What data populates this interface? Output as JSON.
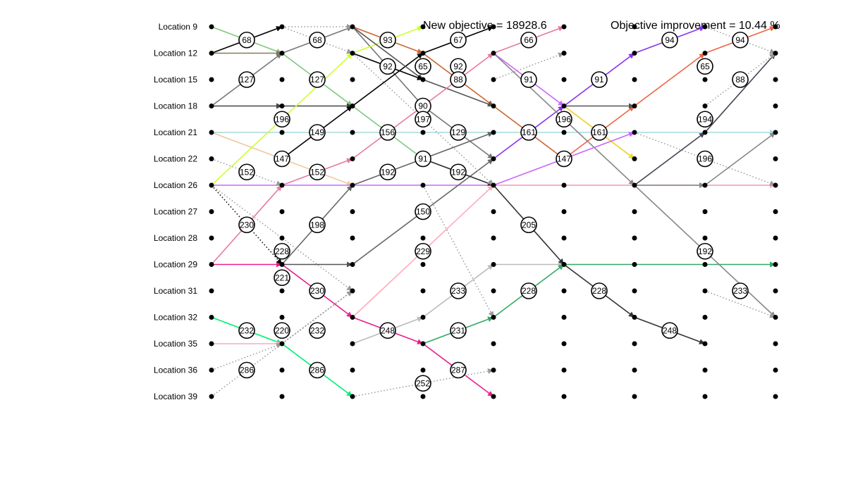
{
  "header": {
    "new_objective": "New objective = 18928.6",
    "objective_improvement": "Objective improvement = 10.44 %"
  },
  "rows": [
    "Location 9",
    "Location 12",
    "Location 15",
    "Location 18",
    "Location 21",
    "Location 22",
    "Location 26",
    "Location 27",
    "Location 28",
    "Location 29",
    "Location 31",
    "Location 32",
    "Location 35",
    "Location 36",
    "Location 39"
  ],
  "columns": 9,
  "colors": {
    "node": "#000000",
    "badge_stroke": "#000000",
    "badge_fill": "#ffffff",
    "dotted": "#888888"
  },
  "paths": [
    {
      "color": "#000000",
      "dash": false,
      "pts": [
        [
          0,
          1
        ],
        [
          1,
          0
        ]
      ]
    },
    {
      "color": "#7fc97f",
      "dash": false,
      "pts": [
        [
          0,
          0
        ],
        [
          1,
          1
        ],
        [
          2,
          3
        ],
        [
          3,
          5
        ],
        [
          4,
          6
        ]
      ]
    },
    {
      "color": "#857a5a",
      "dash": false,
      "pts": [
        [
          0,
          1
        ],
        [
          1,
          1
        ]
      ]
    },
    {
      "color": "#777777",
      "dash": false,
      "pts": [
        [
          0,
          3
        ],
        [
          1,
          1
        ],
        [
          2,
          0
        ],
        [
          3,
          3
        ],
        [
          4,
          5
        ]
      ]
    },
    {
      "color": "#444444",
      "dash": false,
      "pts": [
        [
          0,
          3
        ],
        [
          1,
          3
        ],
        [
          2,
          3
        ]
      ]
    },
    {
      "color": "#a8dadc",
      "dash": false,
      "pts": [
        [
          0,
          4
        ],
        [
          8,
          4
        ]
      ]
    },
    {
      "color": "#f0c8a0",
      "dash": false,
      "pts": [
        [
          0,
          4
        ],
        [
          1,
          5
        ],
        [
          2,
          6
        ]
      ]
    },
    {
      "color": "#ccff33",
      "dash": false,
      "pts": [
        [
          0,
          6
        ],
        [
          2,
          1
        ],
        [
          3,
          0
        ]
      ]
    },
    {
      "color": "#000000",
      "dash": false,
      "pts": [
        [
          1,
          5
        ],
        [
          2,
          3
        ],
        [
          3,
          1
        ],
        [
          4,
          0
        ]
      ]
    },
    {
      "color": "#cc6633",
      "dash": false,
      "pts": [
        [
          2,
          0
        ],
        [
          3,
          1
        ],
        [
          4,
          3
        ],
        [
          5,
          5
        ]
      ]
    },
    {
      "color": "#555555",
      "dash": false,
      "pts": [
        [
          2,
          0
        ],
        [
          3,
          2
        ],
        [
          4,
          3
        ]
      ]
    },
    {
      "color": "#000000",
      "dash": false,
      "pts": [
        [
          2,
          1
        ],
        [
          3,
          2
        ]
      ]
    },
    {
      "color": "#e87aa0",
      "dash": false,
      "pts": [
        [
          0,
          9
        ],
        [
          1,
          6
        ],
        [
          2,
          5
        ],
        [
          3,
          3
        ],
        [
          4,
          1
        ],
        [
          5,
          0
        ]
      ]
    },
    {
      "color": "#cc66ff",
      "dash": false,
      "pts": [
        [
          0,
          6
        ],
        [
          8,
          6
        ]
      ]
    },
    {
      "color": "#ffb0b8",
      "dash": false,
      "pts": [
        [
          4,
          6
        ],
        [
          8,
          6
        ]
      ]
    },
    {
      "color": "#666666",
      "dash": false,
      "pts": [
        [
          1,
          9
        ],
        [
          2,
          6
        ],
        [
          3,
          5
        ],
        [
          4,
          4
        ]
      ]
    },
    {
      "color": "#555555",
      "dash": false,
      "pts": [
        [
          1,
          9
        ],
        [
          2,
          9
        ]
      ]
    },
    {
      "color": "#666666",
      "dash": false,
      "pts": [
        [
          2,
          9
        ],
        [
          4,
          5
        ]
      ]
    },
    {
      "color": "#e8208a",
      "dash": false,
      "pts": [
        [
          0,
          9
        ],
        [
          1,
          9
        ],
        [
          2,
          11
        ],
        [
          3,
          12
        ],
        [
          4,
          14
        ]
      ]
    },
    {
      "color": "#00ee77",
      "dash": false,
      "pts": [
        [
          0,
          11
        ],
        [
          1,
          12
        ],
        [
          2,
          14
        ]
      ]
    },
    {
      "color": "#ffaabb",
      "dash": false,
      "pts": [
        [
          0,
          12
        ],
        [
          1,
          12
        ]
      ]
    },
    {
      "color": "#ffaabb",
      "dash": false,
      "pts": [
        [
          2,
          11
        ],
        [
          4,
          6
        ]
      ]
    },
    {
      "color": "#bbbbbb",
      "dash": false,
      "pts": [
        [
          2,
          12
        ],
        [
          3,
          11
        ],
        [
          4,
          9
        ],
        [
          5,
          9
        ]
      ]
    },
    {
      "color": "#33aa66",
      "dash": false,
      "pts": [
        [
          3,
          12
        ],
        [
          4,
          11
        ],
        [
          5,
          9
        ],
        [
          8,
          9
        ]
      ]
    },
    {
      "color": "#333333",
      "dash": false,
      "pts": [
        [
          3,
          5
        ],
        [
          4,
          6
        ],
        [
          5,
          9
        ],
        [
          6,
          11
        ],
        [
          7,
          12
        ]
      ]
    },
    {
      "color": "#cc66ff",
      "dash": false,
      "pts": [
        [
          4,
          1
        ],
        [
          5,
          3
        ],
        [
          6,
          5
        ]
      ]
    },
    {
      "color": "#8833ee",
      "dash": false,
      "pts": [
        [
          4,
          5
        ],
        [
          5,
          3
        ],
        [
          6,
          1
        ],
        [
          7,
          0
        ]
      ]
    },
    {
      "color": "#ee6644",
      "dash": false,
      "pts": [
        [
          5,
          5
        ],
        [
          6,
          3
        ],
        [
          7,
          1
        ],
        [
          8,
          0
        ]
      ]
    },
    {
      "color": "#eedd22",
      "dash": false,
      "pts": [
        [
          5,
          3
        ],
        [
          6,
          5
        ]
      ]
    },
    {
      "color": "#888888",
      "dash": false,
      "pts": [
        [
          4,
          1
        ],
        [
          6,
          6
        ],
        [
          7,
          6
        ],
        [
          8,
          4
        ]
      ]
    },
    {
      "color": "#444455",
      "dash": false,
      "pts": [
        [
          6,
          6
        ],
        [
          7,
          4
        ],
        [
          8,
          1
        ]
      ]
    },
    {
      "color": "#888888",
      "dash": false,
      "pts": [
        [
          6,
          6
        ],
        [
          8,
          11
        ]
      ]
    },
    {
      "color": "#cc66ff",
      "dash": false,
      "pts": [
        [
          4,
          6
        ],
        [
          6,
          4
        ]
      ]
    },
    {
      "color": "#555555",
      "dash": false,
      "pts": [
        [
          5,
          3
        ],
        [
          6,
          3
        ]
      ]
    },
    {
      "color": "#999999",
      "dash": true,
      "pts": [
        [
          1,
          0
        ],
        [
          2,
          0
        ]
      ]
    },
    {
      "color": "#999999",
      "dash": true,
      "pts": [
        [
          1,
          0
        ],
        [
          2,
          1
        ],
        [
          4,
          6
        ]
      ]
    },
    {
      "color": "#999999",
      "dash": true,
      "pts": [
        [
          0,
          5
        ],
        [
          1,
          6
        ]
      ]
    },
    {
      "color": "#000000",
      "dash": true,
      "pts": [
        [
          0,
          6
        ],
        [
          1,
          9
        ]
      ]
    },
    {
      "color": "#999999",
      "dash": true,
      "pts": [
        [
          0,
          6
        ],
        [
          2,
          10
        ]
      ]
    },
    {
      "color": "#999999",
      "dash": true,
      "pts": [
        [
          3,
          6
        ],
        [
          4,
          11
        ]
      ]
    },
    {
      "color": "#999999",
      "dash": true,
      "pts": [
        [
          1,
          12
        ],
        [
          2,
          10
        ]
      ]
    },
    {
      "color": "#999999",
      "dash": true,
      "pts": [
        [
          0,
          13
        ],
        [
          1,
          12
        ]
      ]
    },
    {
      "color": "#999999",
      "dash": true,
      "pts": [
        [
          0,
          14
        ],
        [
          2,
          10
        ]
      ]
    },
    {
      "color": "#999999",
      "dash": true,
      "pts": [
        [
          2,
          14
        ],
        [
          4,
          13
        ]
      ]
    },
    {
      "color": "#999999",
      "dash": true,
      "pts": [
        [
          4,
          2
        ],
        [
          5,
          1
        ]
      ]
    },
    {
      "color": "#999999",
      "dash": true,
      "pts": [
        [
          6,
          4
        ],
        [
          7,
          5
        ],
        [
          8,
          6
        ]
      ]
    },
    {
      "color": "#999999",
      "dash": true,
      "pts": [
        [
          7,
          0
        ],
        [
          8,
          1
        ]
      ]
    },
    {
      "color": "#999999",
      "dash": true,
      "pts": [
        [
          7,
          3
        ],
        [
          8,
          1
        ]
      ]
    },
    {
      "color": "#999999",
      "dash": true,
      "pts": [
        [
          7,
          10
        ],
        [
          8,
          11
        ]
      ]
    }
  ],
  "badges": [
    {
      "text": "68",
      "c": 0.5,
      "r": 0.5
    },
    {
      "text": "68",
      "c": 1.5,
      "r": 0.5
    },
    {
      "text": "93",
      "c": 2.5,
      "r": 0.5
    },
    {
      "text": "67",
      "c": 3.5,
      "r": 0.5
    },
    {
      "text": "66",
      "c": 4.5,
      "r": 0.5
    },
    {
      "text": "94",
      "c": 6.5,
      "r": 0.5
    },
    {
      "text": "94",
      "c": 7.5,
      "r": 0.5
    },
    {
      "text": "127",
      "c": 0.5,
      "r": 2
    },
    {
      "text": "127",
      "c": 1.5,
      "r": 2
    },
    {
      "text": "92",
      "c": 2.5,
      "r": 1.5
    },
    {
      "text": "65",
      "c": 3,
      "r": 1.5
    },
    {
      "text": "92",
      "c": 3.5,
      "r": 1.5
    },
    {
      "text": "88",
      "c": 3.5,
      "r": 2
    },
    {
      "text": "91",
      "c": 4.5,
      "r": 2
    },
    {
      "text": "91",
      "c": 5.5,
      "r": 2
    },
    {
      "text": "65",
      "c": 7,
      "r": 1.5
    },
    {
      "text": "88",
      "c": 7.5,
      "r": 2
    },
    {
      "text": "90",
      "c": 3,
      "r": 3
    },
    {
      "text": "196",
      "c": 1,
      "r": 3.5
    },
    {
      "text": "197",
      "c": 3,
      "r": 3.5
    },
    {
      "text": "196",
      "c": 5,
      "r": 3.5
    },
    {
      "text": "194",
      "c": 7,
      "r": 3.5
    },
    {
      "text": "149",
      "c": 1.5,
      "r": 4
    },
    {
      "text": "156",
      "c": 2.5,
      "r": 4
    },
    {
      "text": "129",
      "c": 3.5,
      "r": 4
    },
    {
      "text": "161",
      "c": 4.5,
      "r": 4
    },
    {
      "text": "161",
      "c": 5.5,
      "r": 4
    },
    {
      "text": "147",
      "c": 1,
      "r": 5
    },
    {
      "text": "91",
      "c": 3,
      "r": 5
    },
    {
      "text": "147",
      "c": 5,
      "r": 5
    },
    {
      "text": "196",
      "c": 7,
      "r": 5
    },
    {
      "text": "152",
      "c": 0.5,
      "r": 5.5
    },
    {
      "text": "152",
      "c": 1.5,
      "r": 5.5
    },
    {
      "text": "192",
      "c": 2.5,
      "r": 5.5
    },
    {
      "text": "192",
      "c": 3.5,
      "r": 5.5
    },
    {
      "text": "150",
      "c": 3,
      "r": 7
    },
    {
      "text": "230",
      "c": 0.5,
      "r": 7.5
    },
    {
      "text": "198",
      "c": 1.5,
      "r": 7.5
    },
    {
      "text": "205",
      "c": 4.5,
      "r": 7.5
    },
    {
      "text": "228",
      "c": 1,
      "r": 8.5
    },
    {
      "text": "229",
      "c": 3,
      "r": 8.5
    },
    {
      "text": "192",
      "c": 7,
      "r": 8.5
    },
    {
      "text": "221",
      "c": 1,
      "r": 9.5
    },
    {
      "text": "230",
      "c": 1.5,
      "r": 10
    },
    {
      "text": "233",
      "c": 3.5,
      "r": 10
    },
    {
      "text": "228",
      "c": 4.5,
      "r": 10
    },
    {
      "text": "228",
      "c": 5.5,
      "r": 10
    },
    {
      "text": "233",
      "c": 7.5,
      "r": 10
    },
    {
      "text": "232",
      "c": 0.5,
      "r": 11.5
    },
    {
      "text": "220",
      "c": 1,
      "r": 11.5
    },
    {
      "text": "232",
      "c": 1.5,
      "r": 11.5
    },
    {
      "text": "248",
      "c": 2.5,
      "r": 11.5
    },
    {
      "text": "231",
      "c": 3.5,
      "r": 11.5
    },
    {
      "text": "248",
      "c": 6.5,
      "r": 11.5
    },
    {
      "text": "286",
      "c": 0.5,
      "r": 13
    },
    {
      "text": "286",
      "c": 1.5,
      "r": 13
    },
    {
      "text": "287",
      "c": 3.5,
      "r": 13
    },
    {
      "text": "252",
      "c": 3,
      "r": 13.5
    }
  ]
}
